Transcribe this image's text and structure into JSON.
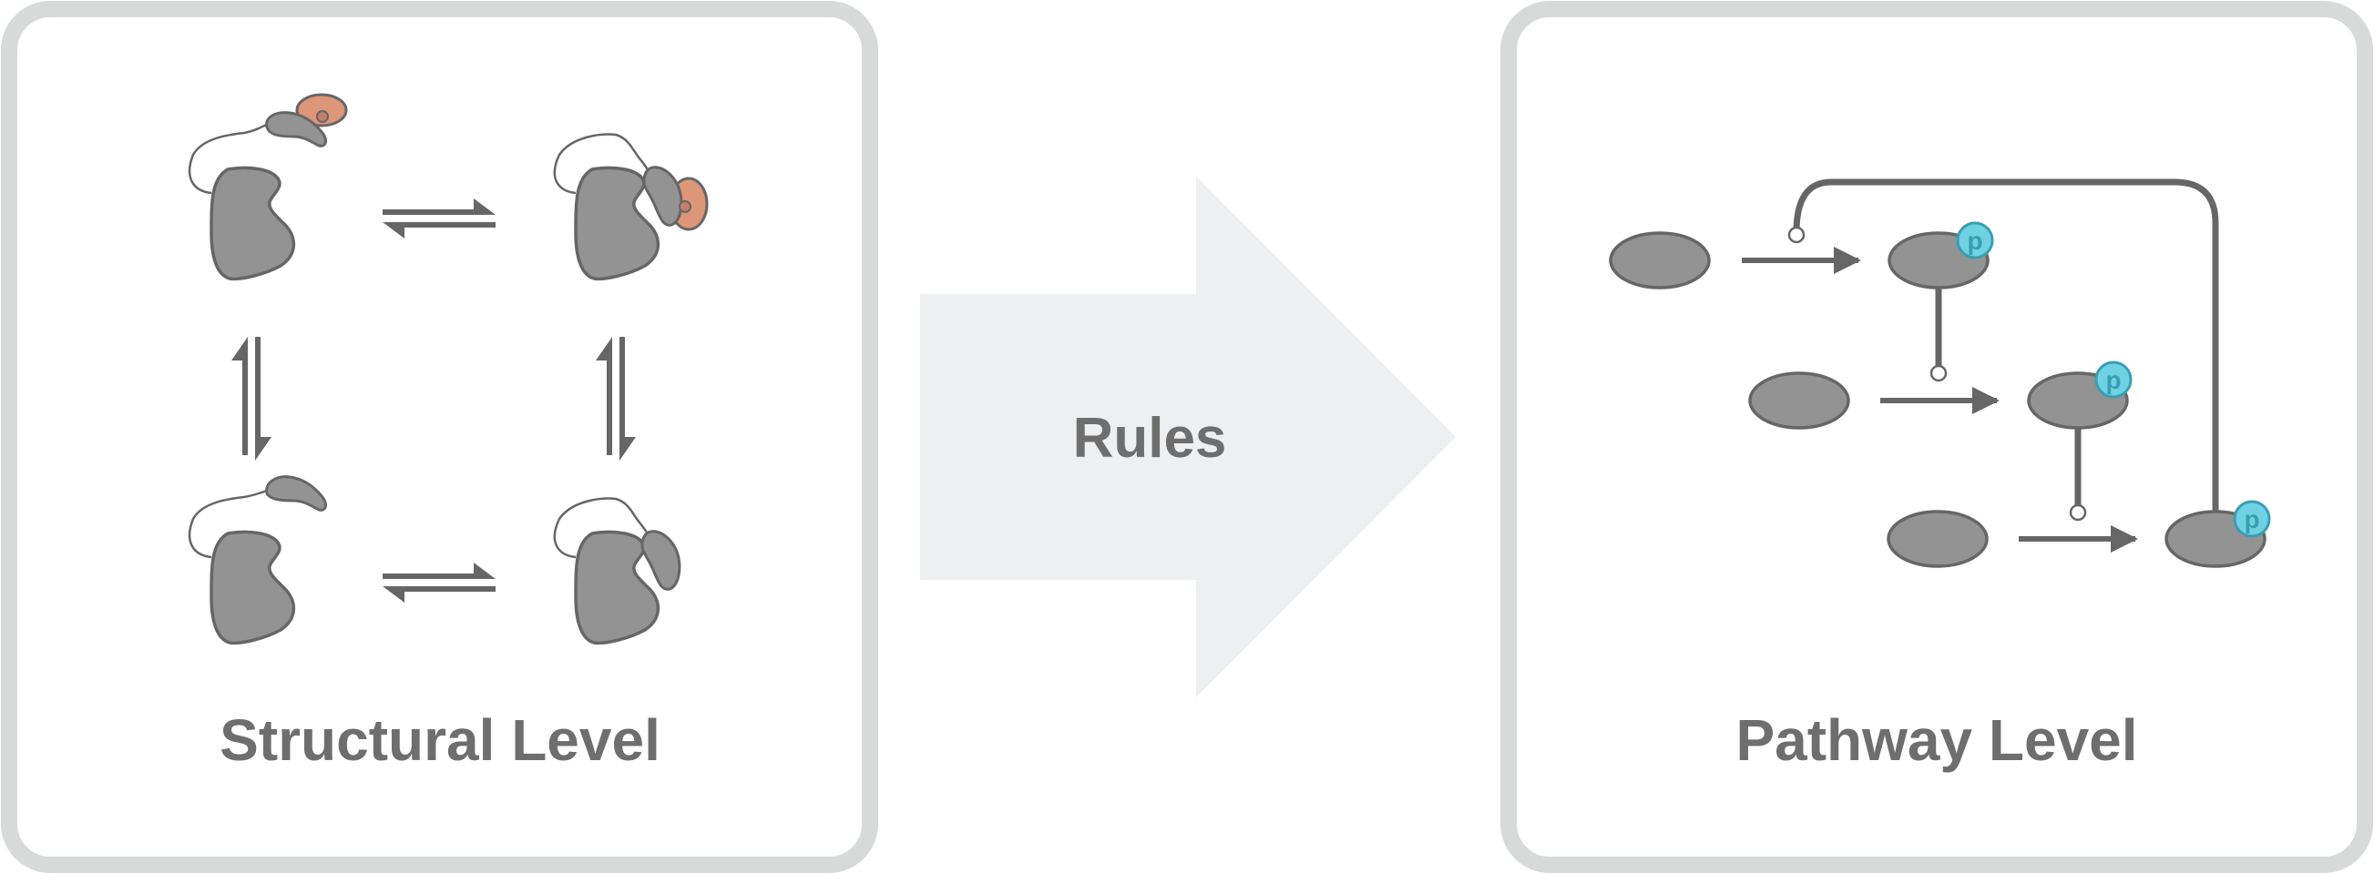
{
  "left_panel": {
    "title": "Structural Level"
  },
  "arrow": {
    "label": "Rules"
  },
  "right_panel": {
    "title": "Pathway Level",
    "phospho_label": "p"
  },
  "colors": {
    "panel_border": "#d8dad9",
    "arrow_fill": "#eeeff0",
    "protein": "#939393",
    "outline": "#666666",
    "ligand": "#dd9677",
    "phospho": "#6fd2e3",
    "phospho_text": "#3a9eb3",
    "text": "#6e6e6e"
  }
}
